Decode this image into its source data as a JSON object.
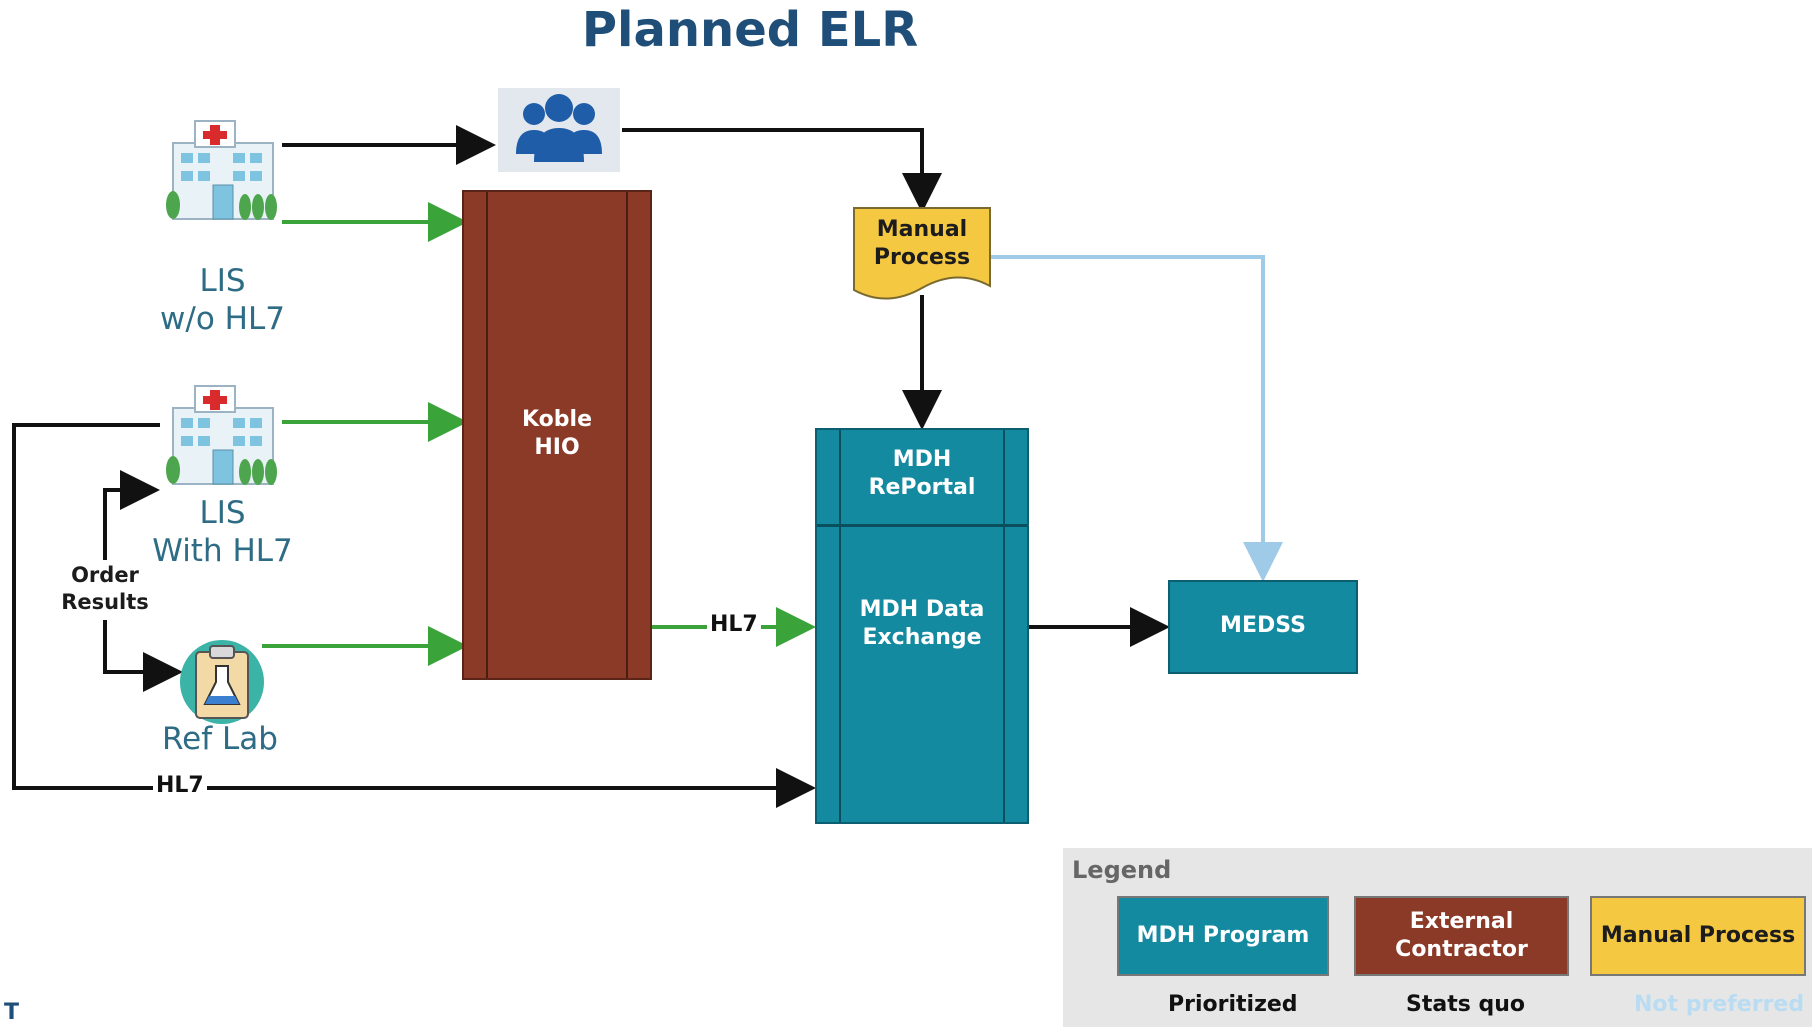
{
  "title": "Planned ELR",
  "sources": {
    "lis_no_hl7": "LIS\nw/o HL7",
    "lis_hl7": "LIS\nWith HL7",
    "ref_lab": "Ref Lab"
  },
  "nodes": {
    "koble": "Koble\nHIO",
    "manual": "Manual\nProcess",
    "reportal": "MDH\nRePortal",
    "exchange": "MDH Data\nExchange",
    "medss": "MEDSS"
  },
  "edge_labels": {
    "order_results": "Order\nResults",
    "hl7_green": "HL7",
    "hl7_black": "HL7"
  },
  "legend": {
    "heading": "Legend",
    "mdh_program": "MDH Program",
    "external_contractor": "External\nContractor",
    "manual_process": "Manual Process",
    "prioritized": "Prioritized",
    "status_quo": "Stats quo",
    "not_preferred": "Not preferred"
  },
  "footer_mark": "T",
  "colors": {
    "mdh_teal": "#138aa0",
    "contractor_brown": "#8b3a28",
    "manual_yellow": "#f5c842",
    "prioritized_green": "#3aa33a",
    "status_black": "#111111",
    "not_preferred_blue": "#9fcbe8",
    "title_blue": "#1f4e79"
  },
  "icons": {
    "hospital_1": "hospital-icon",
    "hospital_2": "hospital-icon",
    "lab": "lab-clipboard-icon",
    "people": "people-group-icon"
  }
}
